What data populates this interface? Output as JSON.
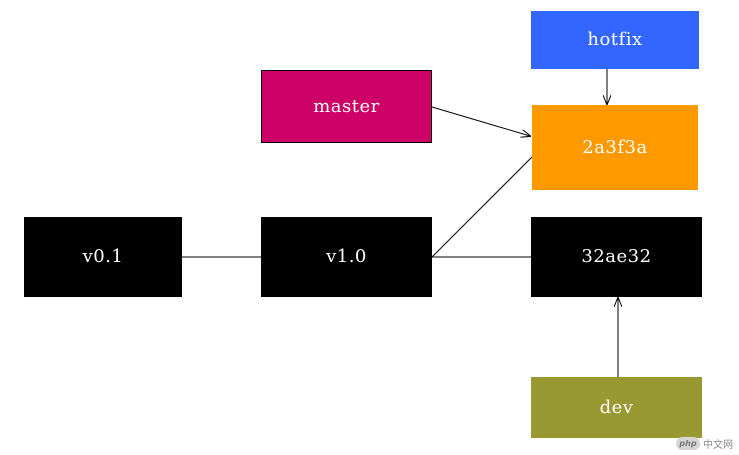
{
  "nodes": {
    "v01": {
      "label": "v0.1",
      "color": "#000000"
    },
    "v10": {
      "label": "v1.0",
      "color": "#000000"
    },
    "master": {
      "label": "master",
      "color": "#cc0066"
    },
    "hotfix": {
      "label": "hotfix",
      "color": "#3366ff"
    },
    "c2a3f3a": {
      "label": "2a3f3a",
      "color": "#ff9900"
    },
    "c32ae32": {
      "label": "32ae32",
      "color": "#000000"
    },
    "dev": {
      "label": "dev",
      "color": "#999933"
    }
  },
  "edges": [
    {
      "from": "v01",
      "to": "v10",
      "arrow": false
    },
    {
      "from": "v10",
      "to": "c2a3f3a",
      "arrow": false
    },
    {
      "from": "v10",
      "to": "c32ae32",
      "arrow": false
    },
    {
      "from": "master",
      "to": "c2a3f3a",
      "arrow": true
    },
    {
      "from": "hotfix",
      "to": "c2a3f3a",
      "arrow": true
    },
    {
      "from": "dev",
      "to": "c32ae32",
      "arrow": true
    }
  ],
  "watermark": {
    "badge": "php",
    "text": "中文网"
  }
}
